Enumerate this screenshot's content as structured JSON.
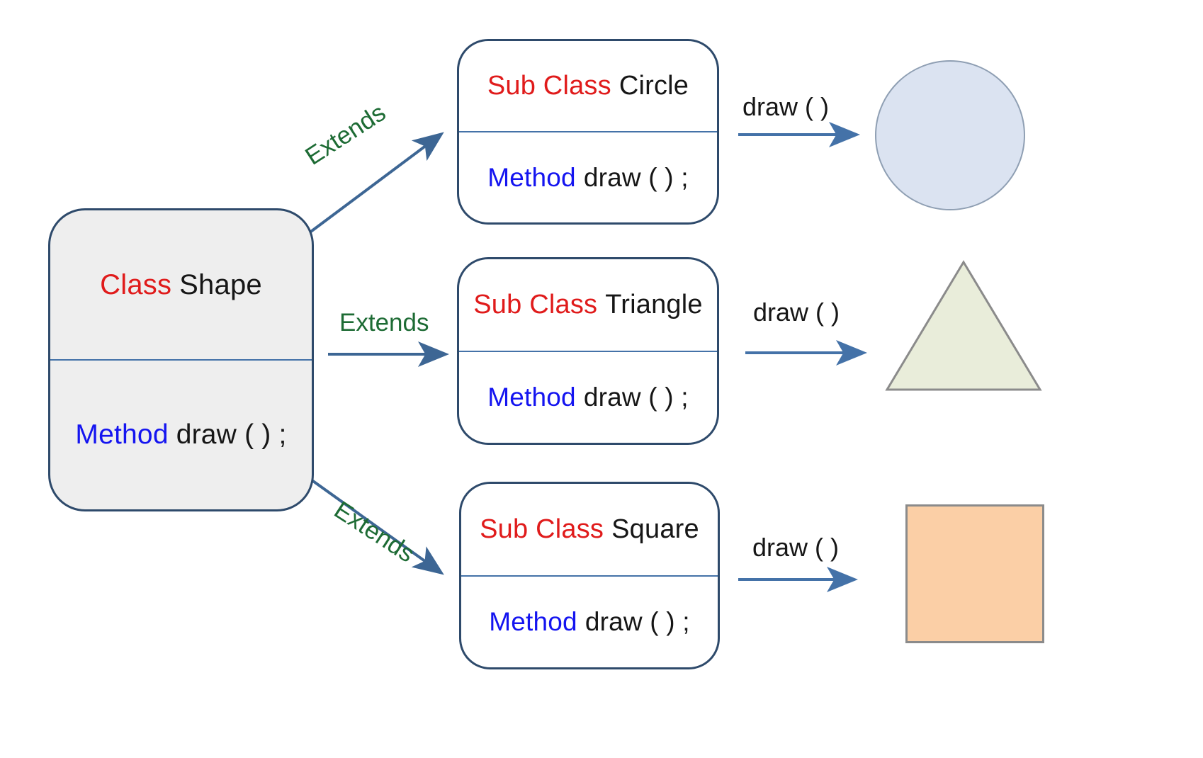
{
  "diagram": {
    "title": "Class inheritance and polymorphism diagram",
    "colors": {
      "class_keyword": "#e01b1b",
      "method_keyword": "#1414f0",
      "identifier": "#161616",
      "extends_label": "#1d6b34",
      "box_border": "#2e4a6b",
      "divider": "#4472a8",
      "arrow": "#4472a8",
      "base_fill": "#eeeeee",
      "sub_fill": "#ffffff",
      "circle_fill": "#dbe3f1",
      "circle_stroke": "#8f9fb3",
      "triangle_fill": "#e9edda",
      "triangle_stroke": "#8b8b8b",
      "square_fill": "#fbcfa6",
      "square_stroke": "#8b8b8b"
    }
  },
  "base_class": {
    "keyword": "Class",
    "name": "Shape",
    "method_keyword": "Method",
    "method_signature": "draw ( ) ;"
  },
  "sub_classes": [
    {
      "keyword": "Sub Class",
      "name": "Circle",
      "method_keyword": "Method",
      "method_signature": "draw ( ) ;",
      "extends_label": "Extends",
      "call_label": "draw ( )",
      "result_shape": "circle"
    },
    {
      "keyword": "Sub Class",
      "name": "Triangle",
      "method_keyword": "Method",
      "method_signature": "draw ( ) ;",
      "extends_label": "Extends",
      "call_label": "draw ( )",
      "result_shape": "triangle"
    },
    {
      "keyword": "Sub Class",
      "name": "Square",
      "method_keyword": "Method",
      "method_signature": "draw ( ) ;",
      "extends_label": "Extends",
      "call_label": "draw ( )",
      "result_shape": "square"
    }
  ]
}
